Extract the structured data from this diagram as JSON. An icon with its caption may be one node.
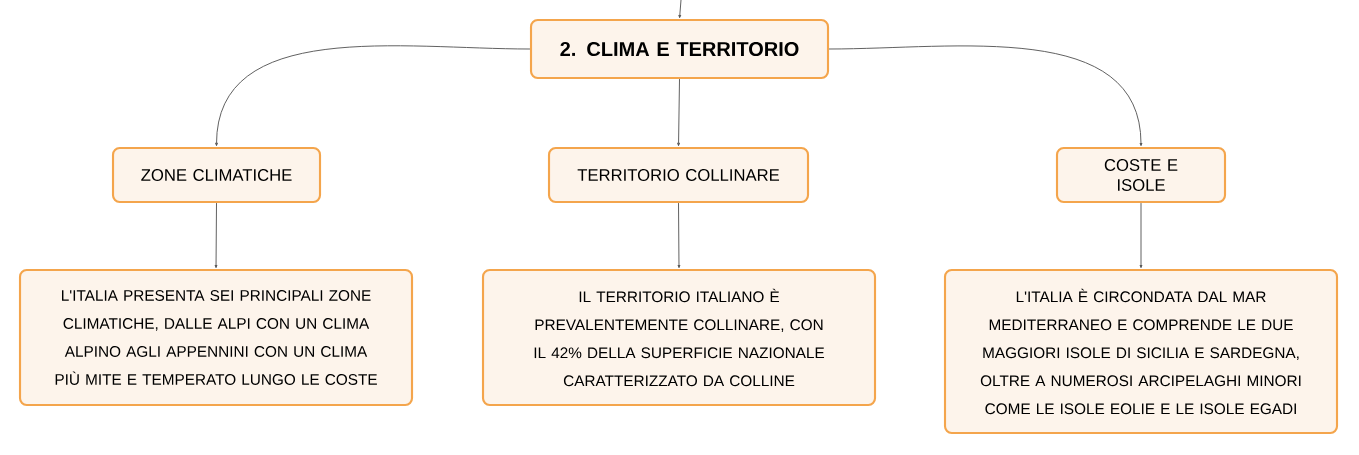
{
  "diagram": {
    "nodes": [
      {
        "text": [
          "2. CLIMA E TERRITORIO"
        ]
      },
      {
        "text": [
          "ZONE CLIMATICHE"
        ]
      },
      {
        "text": [
          "TERRITORIO COLLINARE"
        ]
      },
      {
        "text": [
          "COSTE E ISOLE"
        ]
      },
      {
        "text": [
          "L'ITALIA PRESENTA SEI PRINCIPALI ZONE CLIMATICHE, DALLE ALPI CON UN CLIMA ALPINO AGLI APPENNINI CON UN CLIMA PIÙ MITE E TEMPERATO LUNGO LE COSTE"
        ]
      },
      {
        "text": [
          "IL TERRITORIO ITALIANO È PREVALENTEMENTE COLLINARE, CON IL 42% DELLA SUPERFICIE NAZIONALE CARATTERIZZATO DA COLLINE"
        ]
      },
      {
        "text": [
          "L'ITALIA È CIRCONDATA DAL MAR MEDITERRANEO E COMPRENDE LE DUE MAGGIORI ISOLE DI SICILIA E SARDEGNA, OLTRE A NUMEROSI ARCIPELAGHI MINORI COME LE ISOLE EOLIE E LE ISOLE EGADI"
        ]
      }
    ],
    "edges": [
      {
        "from": null,
        "to": 0,
        "arrow": "to"
      },
      {
        "from": 0,
        "to": 1,
        "arrow": "to"
      },
      {
        "from": 0,
        "to": 2,
        "arrow": "to"
      },
      {
        "from": 0,
        "to": 3,
        "arrow": "to"
      },
      {
        "from": 1,
        "to": 4,
        "arrow": "to"
      },
      {
        "from": 2,
        "to": 5,
        "arrow": "to"
      },
      {
        "from": 3,
        "to": 6,
        "arrow": "to"
      }
    ]
  }
}
